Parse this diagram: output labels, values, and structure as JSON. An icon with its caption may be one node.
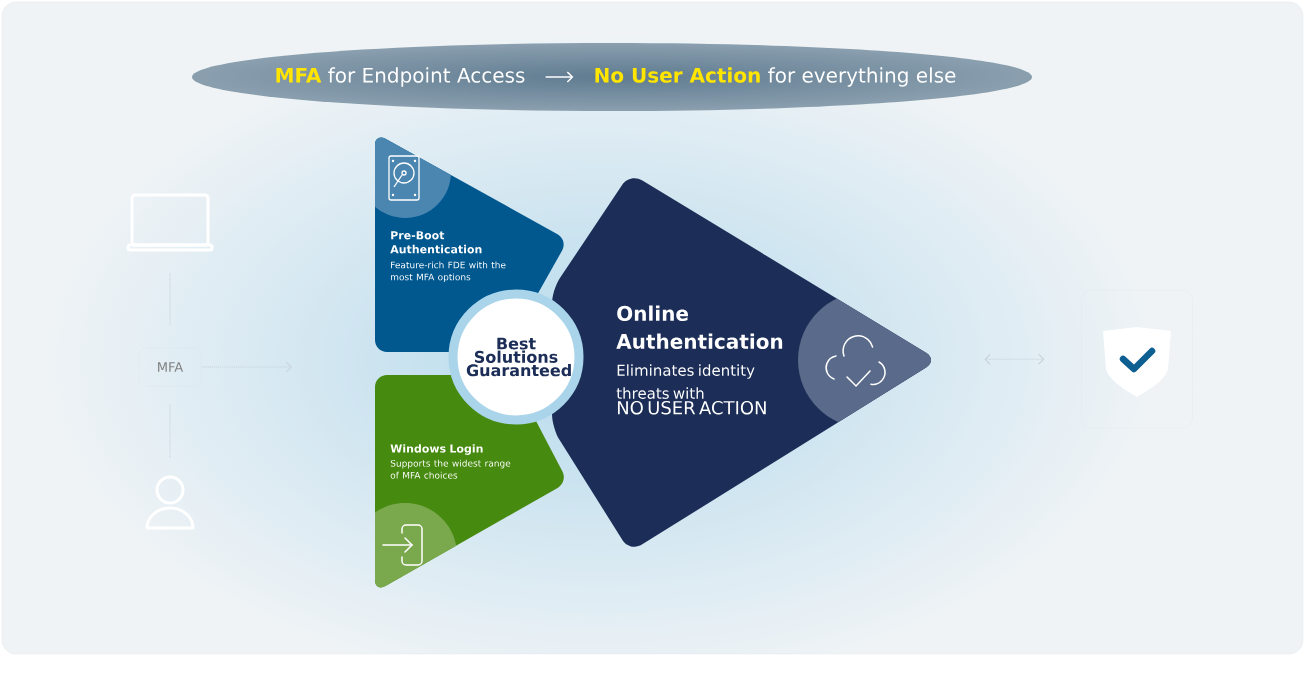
{
  "diagram": {
    "nodes": [
      {
        "text": [
          "MFA",
          "for Endpoint Access"
        ]
      },
      {
        "text": [
          "No User Action",
          "for everything else"
        ]
      },
      {
        "text": [],
        "shape": "laptop"
      },
      {
        "text": [
          "MFA"
        ]
      },
      {
        "text": [],
        "shape": "person"
      },
      {
        "text": [
          "Pre-Boot Authentication",
          "Feature-rich FDE with the most MFA options"
        ]
      },
      {
        "text": [
          "Windows Login",
          "Supports the widest range of MFA choices"
        ]
      },
      {
        "text": [
          "Best Solutions Guaranteed"
        ]
      },
      {
        "text": [
          "Online Authentication",
          "Eliminates identity threats with",
          "NO USER ACTION"
        ]
      },
      {
        "text": [],
        "shape": "box"
      }
    ],
    "edges": [
      {
        "from": 0,
        "to": 1,
        "arrow": "to"
      },
      {
        "from": 2,
        "to": 3,
        "arrow": "none",
        "style": "dashed"
      },
      {
        "from": 3,
        "to": 4,
        "arrow": "none",
        "style": "dashed"
      },
      {
        "from": 3,
        "to": null,
        "arrow": "to",
        "style": "dashed"
      },
      {
        "from": 8,
        "to": 9,
        "arrow": "both",
        "style": "dashed"
      }
    ]
  }
}
